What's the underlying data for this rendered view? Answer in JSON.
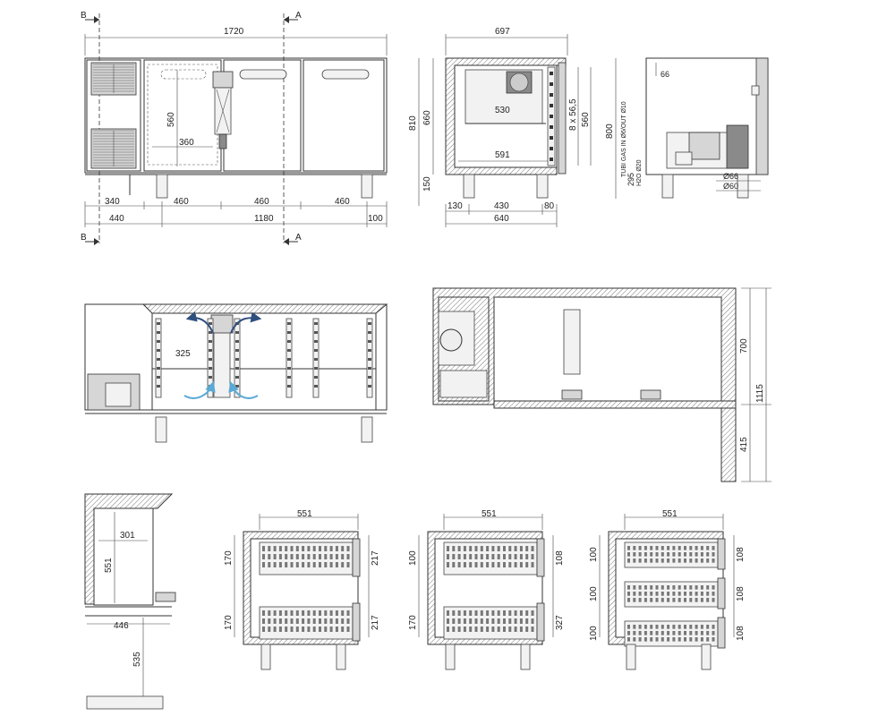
{
  "colors": {
    "line": "#333333",
    "hatch": "#555555",
    "airflow_dark": "#2f4f7f",
    "airflow_light": "#5aa9d6"
  },
  "section_markers": {
    "b": "B",
    "a": "A"
  },
  "front_view": {
    "overall_width": "1720",
    "compartment_width_a": "460",
    "compartment_width_b": "460",
    "compartment_width_c": "460",
    "unit_width": "340",
    "leg_offset_left": "440",
    "leg_span": "1180",
    "leg_offset_right": "100",
    "door_detail_height": "560",
    "door_detail_width": "360"
  },
  "side_section": {
    "depth": "697",
    "height_total": "810",
    "height_inner": "660",
    "leg_height": "150",
    "inner_width_top": "530",
    "inner_width_bottom": "591",
    "rail_height": "560",
    "rail_pitch": "8 x 56,5",
    "foot_offset_left": "130",
    "foot_span": "430",
    "foot_offset_right": "80",
    "base_depth": "640"
  },
  "right_view": {
    "height": "800",
    "top_gap": "66",
    "gas_label": "TUBI GAS IN Ø6/OUT Ø10",
    "water_label": "H2O Ø20",
    "pipe_height": "295",
    "hole_a": "Ø66",
    "hole_b": "Ø60"
  },
  "airflow_view": {
    "inner_label": "325"
  },
  "plan_view": {
    "depth_upper": "700",
    "depth_total": "1115",
    "depth_lower": "415"
  },
  "small_section": {
    "inner_width": "301",
    "inner_height": "551",
    "base_width": "446",
    "leg_height": "535"
  },
  "drawer_views": [
    {
      "width": "551",
      "left_a": "170",
      "left_b": "170",
      "right_a": "217",
      "right_b": "217"
    },
    {
      "width": "551",
      "left_a": "100",
      "left_b": "170",
      "right_a": "108",
      "right_b": "327"
    },
    {
      "width": "551",
      "left_a": "100",
      "left_b": "100",
      "left_c": "100",
      "right_a": "108",
      "right_b": "108",
      "right_c": "108"
    }
  ]
}
